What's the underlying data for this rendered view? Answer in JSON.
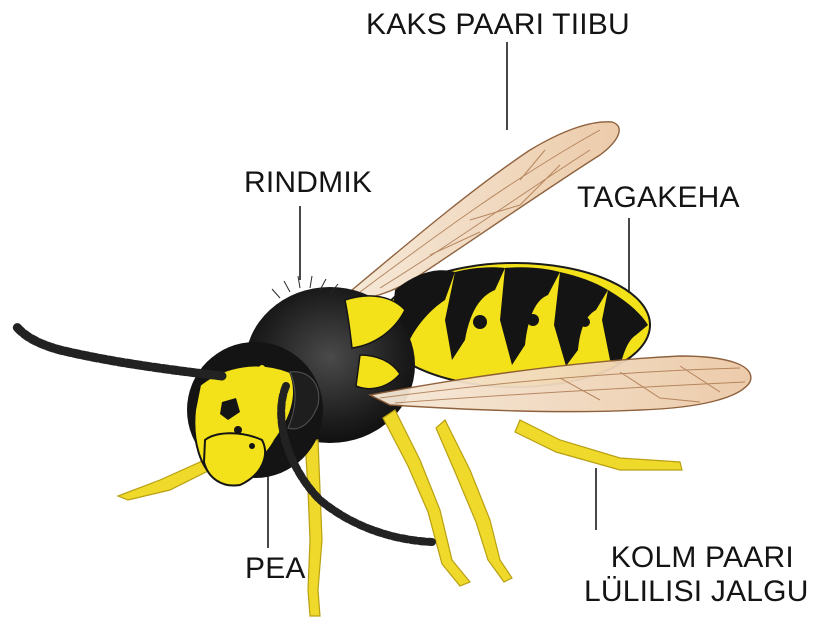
{
  "labels": {
    "wings": "KAKS PAARI TIIBU",
    "thorax": "RINDMIK",
    "abdomen": "TAGAKEHA",
    "head": "PEA",
    "legs_line1": "KOLM PAARI",
    "legs_line2": "LÜLILISI JALGU"
  },
  "colors": {
    "body_yellow": "#f3e21a",
    "body_black": "#141414",
    "wing_fill": "#f1dcc4",
    "wing_vein": "#a8734a",
    "leader_line": "#1a1a1a"
  },
  "icons": {
    "illustration": "wasp-illustration"
  }
}
